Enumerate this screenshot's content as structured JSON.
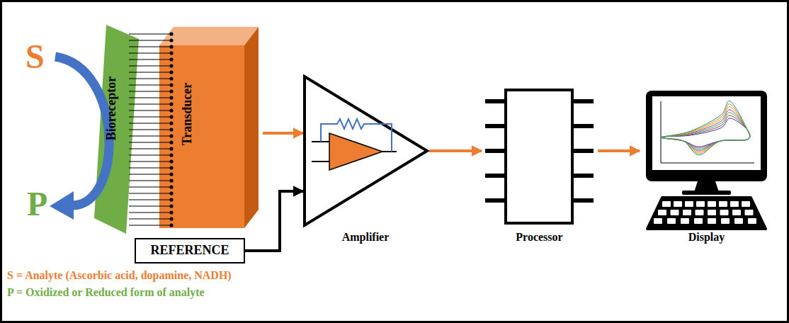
{
  "diagram": {
    "nodes": [
      {
        "text": [
          "Bioreceptor"
        ]
      },
      {
        "text": [
          "Transducer"
        ]
      },
      {
        "text": [
          "REFERENCE"
        ]
      },
      {
        "text": [
          "Amplifier"
        ]
      },
      {
        "text": [
          "Processor"
        ]
      },
      {
        "text": [
          "Display"
        ]
      }
    ],
    "edges": [
      {
        "from": 1,
        "to": 3,
        "arrow": "to"
      },
      {
        "from": 2,
        "to": 3,
        "arrow": "to"
      },
      {
        "from": 3,
        "to": 4,
        "arrow": "to"
      },
      {
        "from": 4,
        "to": 5,
        "arrow": "to"
      }
    ],
    "labels": [
      "S",
      "P",
      "S = Analyte (Ascorbic acid, dopamine, NADH)",
      "P = Oxidized or Reduced form of analyte"
    ]
  }
}
